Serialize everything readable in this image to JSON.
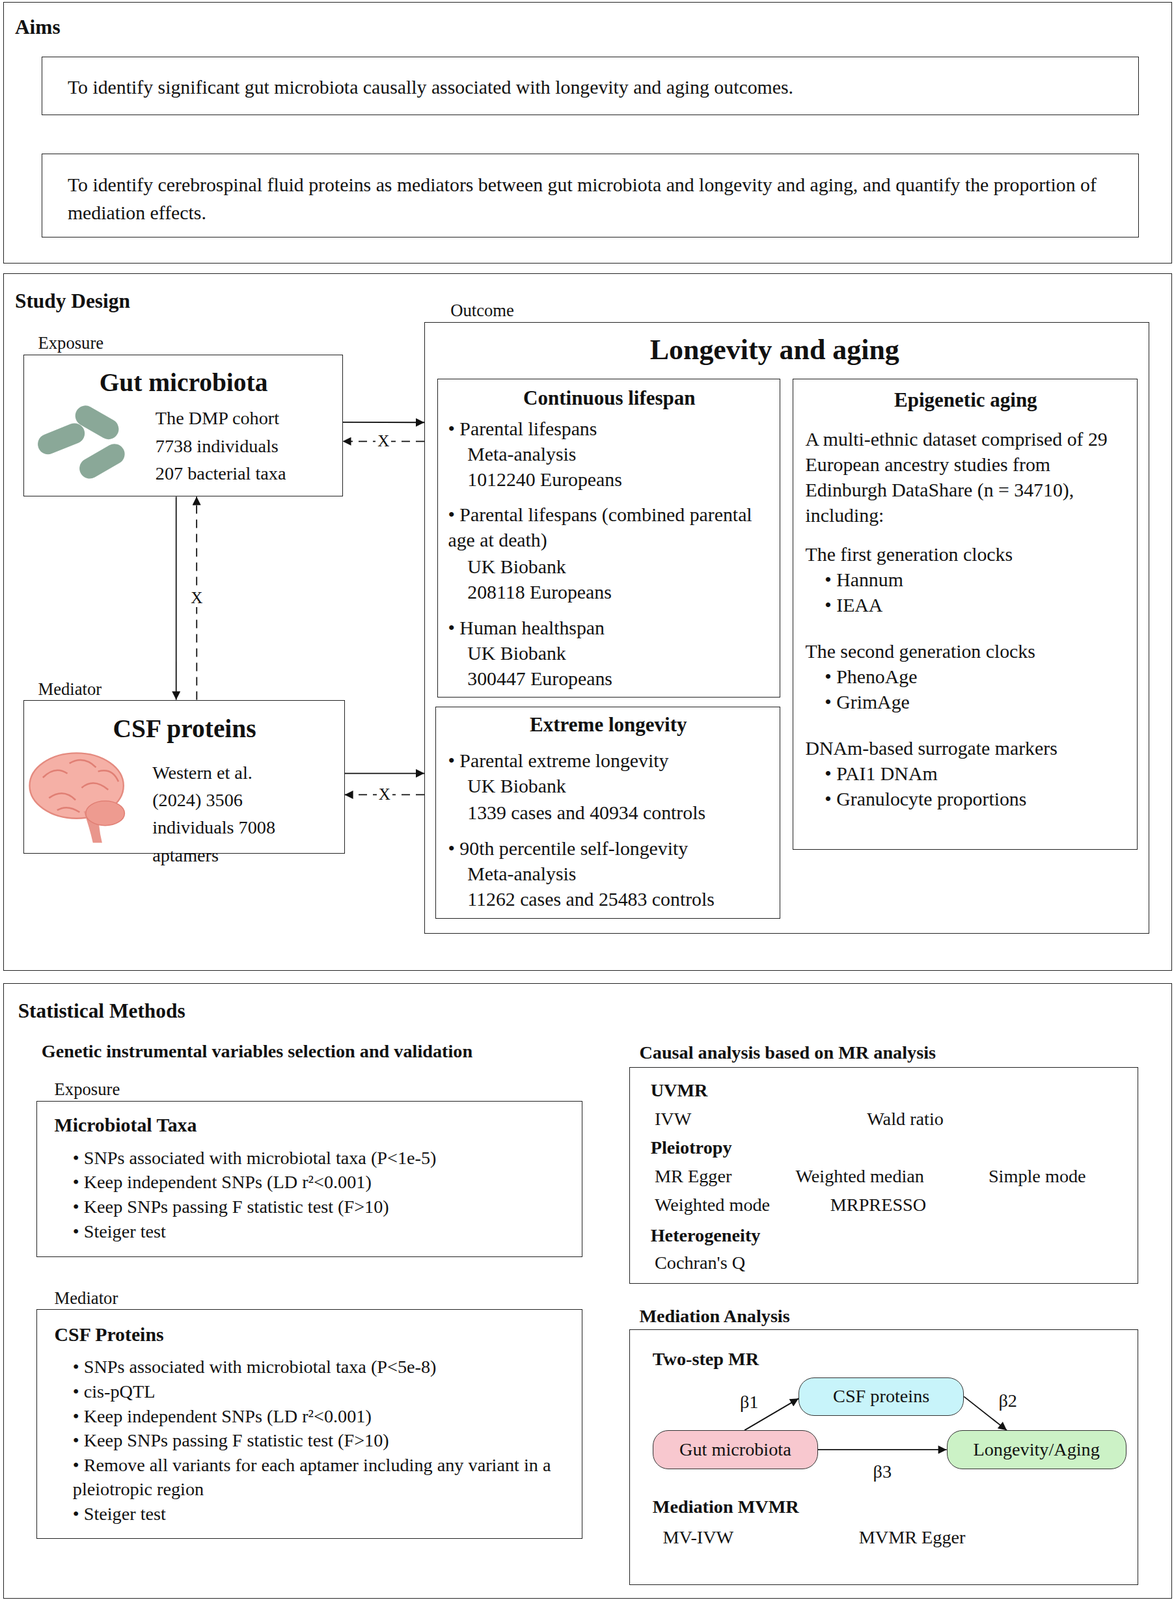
{
  "diagram": {
    "nodes": [
      {
        "text": [
          "Aims"
        ]
      },
      {
        "text": [
          "To identify significant gut microbiota causally associated with longevity and aging outcomes."
        ],
        "in": 0
      },
      {
        "text": [
          "To identify cerebrospinal fluid proteins as mediators between gut microbiota and longevity and aging, and quantify the proportion of mediation effects."
        ],
        "in": 0
      },
      {
        "text": [
          "Study Design"
        ]
      },
      {
        "text": [
          "Exposure",
          "Gut microbiota",
          "The DMP cohort 7738 individuals 207 bacterial taxa"
        ],
        "in": 3
      },
      {
        "text": [
          "Mediator",
          "CSF proteins",
          "Western et al. (2024) 3506 individuals 7008 aptamers"
        ],
        "in": 3
      },
      {
        "text": [
          "Outcome",
          "Longevity and aging"
        ],
        "in": 3
      },
      {
        "text": [
          "Continuous lifespan",
          "• Parental lifespans",
          "Meta-analysis",
          "1012240 Europeans",
          "• Parental lifespans (combined parental age at death)",
          "UK Biobank",
          "208118 Europeans",
          "• Human healthspan",
          "UK Biobank",
          "300447 Europeans"
        ],
        "in": 6
      },
      {
        "text": [
          "Extreme longevity",
          "• Parental extreme longevity",
          "UK Biobank",
          "1339 cases and 40934 controls",
          "• 90th percentile self-longevity",
          "Meta-analysis",
          "11262 cases and 25483 controls"
        ],
        "in": 6
      },
      {
        "text": [
          "Epigenetic aging",
          "A multi-ethnic dataset comprised of 29 European ancestry studies from Edinburgh DataShare (n = 34710), including:",
          "The first generation clocks",
          "• Hannum",
          "• IEAA",
          "The second generation clocks",
          "• PhenoAge",
          "• GrimAge",
          "DNAm-based surrogate markers",
          "• PAI1 DNAm",
          "• Granulocyte proportions"
        ],
        "in": 6
      },
      {
        "text": [
          "Statistical Methods",
          "Genetic instrumental variables selection and validation"
        ]
      },
      {
        "text": [
          "Exposure",
          "Microbiotal Taxa",
          "• SNPs associated with microbiotal taxa (P<1e-5)",
          "• Keep independent SNPs (LD r²<0.001)",
          "• Keep SNPs passing F statistic test (F>10)",
          "• Steiger test"
        ],
        "in": 10
      },
      {
        "text": [
          "Mediator",
          "CSF Proteins",
          "• SNPs associated with microbiotal taxa (P<5e-8)",
          "• cis-pQTL",
          "• Keep independent SNPs (LD r²<0.001)",
          "• Keep SNPs passing F statistic test (F>10)",
          "• Remove all variants for each aptamer including any variant in a pleiotropic region",
          "• Steiger test"
        ],
        "in": 10
      },
      {
        "text": [
          "Causal analysis based on MR analysis",
          "UVMR",
          "IVW",
          "Wald ratio",
          "Pleiotropy",
          "MR Egger",
          "Weighted median",
          "Simple mode",
          "Weighted mode",
          "MRPRESSO",
          "Heterogeneity",
          "Cochran's Q"
        ],
        "in": 10
      },
      {
        "text": [
          "Mediation Analysis",
          "Two-step MR",
          "Mediation MVMR",
          "MV-IVW",
          "MVMR Egger"
        ],
        "in": 10
      },
      {
        "text": [
          "Gut microbiota"
        ],
        "in": 14
      },
      {
        "text": [
          "CSF proteins"
        ],
        "in": 14
      },
      {
        "text": [
          "Longevity/Aging"
        ],
        "in": 14
      }
    ],
    "edges": [
      {
        "from": 4,
        "to": 6,
        "arrow": "to"
      },
      {
        "from": 6,
        "to": 4,
        "label": "X",
        "arrow": "to"
      },
      {
        "from": 4,
        "to": 5,
        "arrow": "to"
      },
      {
        "from": 5,
        "to": 4,
        "label": "X",
        "arrow": "to"
      },
      {
        "from": 5,
        "to": 6,
        "arrow": "to"
      },
      {
        "from": 6,
        "to": 5,
        "label": "X",
        "arrow": "to"
      },
      {
        "from": 15,
        "to": 16,
        "label": "β1",
        "arrow": "to"
      },
      {
        "from": 16,
        "to": 17,
        "label": "β2",
        "arrow": "to"
      },
      {
        "from": 15,
        "to": 17,
        "label": "β3",
        "arrow": "to"
      }
    ]
  }
}
